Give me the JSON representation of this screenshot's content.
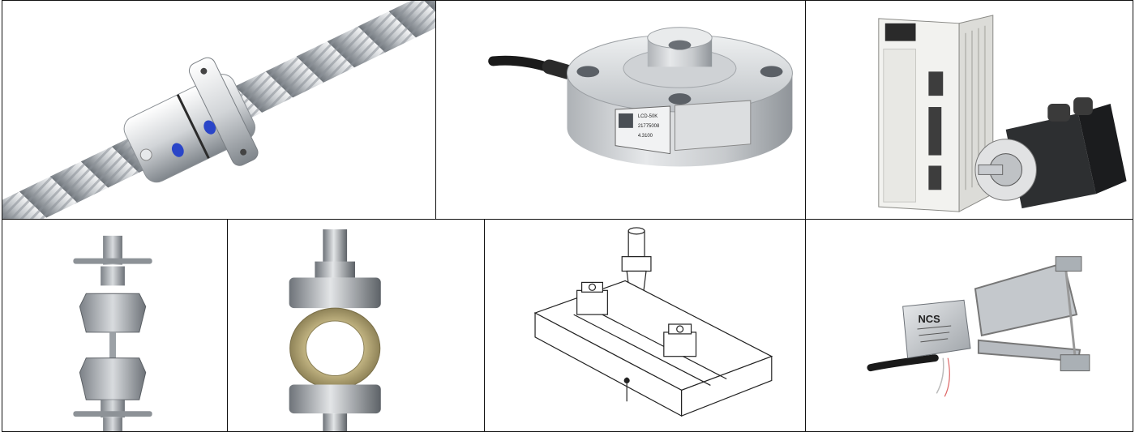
{
  "images": [
    {
      "id": "ball-screw"
    },
    {
      "id": "load-cell",
      "label": {
        "model": "LCD-50K",
        "serial": "21775008",
        "value": "4.3100"
      }
    },
    {
      "id": "servo-drive-motor"
    },
    {
      "id": "tensile-wedge-grips"
    },
    {
      "id": "ring-compression-fixture"
    },
    {
      "id": "three-point-bend-fixture"
    },
    {
      "id": "extensometer",
      "label": {
        "brand": "NCS"
      }
    }
  ],
  "colors": {
    "border": "#111111",
    "steel": "#c9ccd0",
    "steel_dark": "#7d8288",
    "blue_port": "#2a45c8",
    "ring_brass": "#b9ab7a",
    "cable": "#1a1a1a"
  }
}
